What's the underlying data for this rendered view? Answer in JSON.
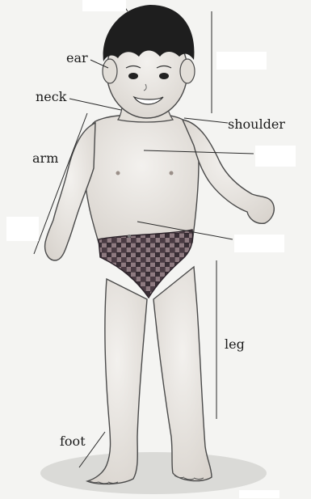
{
  "labels": {
    "ear": "ear",
    "neck": "neck",
    "arm": "arm",
    "shoulder": "shoulder",
    "leg": "leg",
    "foot": "foot"
  },
  "blank_label_boxes": 6,
  "colors": {
    "paper": "#f4f4f2",
    "skin": "#e9e6e1",
    "hair": "#1e1e1e",
    "briefs_dark": "#3a2f36",
    "briefs_light": "#8e7a80",
    "line": "#2a2a2a",
    "blank": "#ffffff"
  }
}
